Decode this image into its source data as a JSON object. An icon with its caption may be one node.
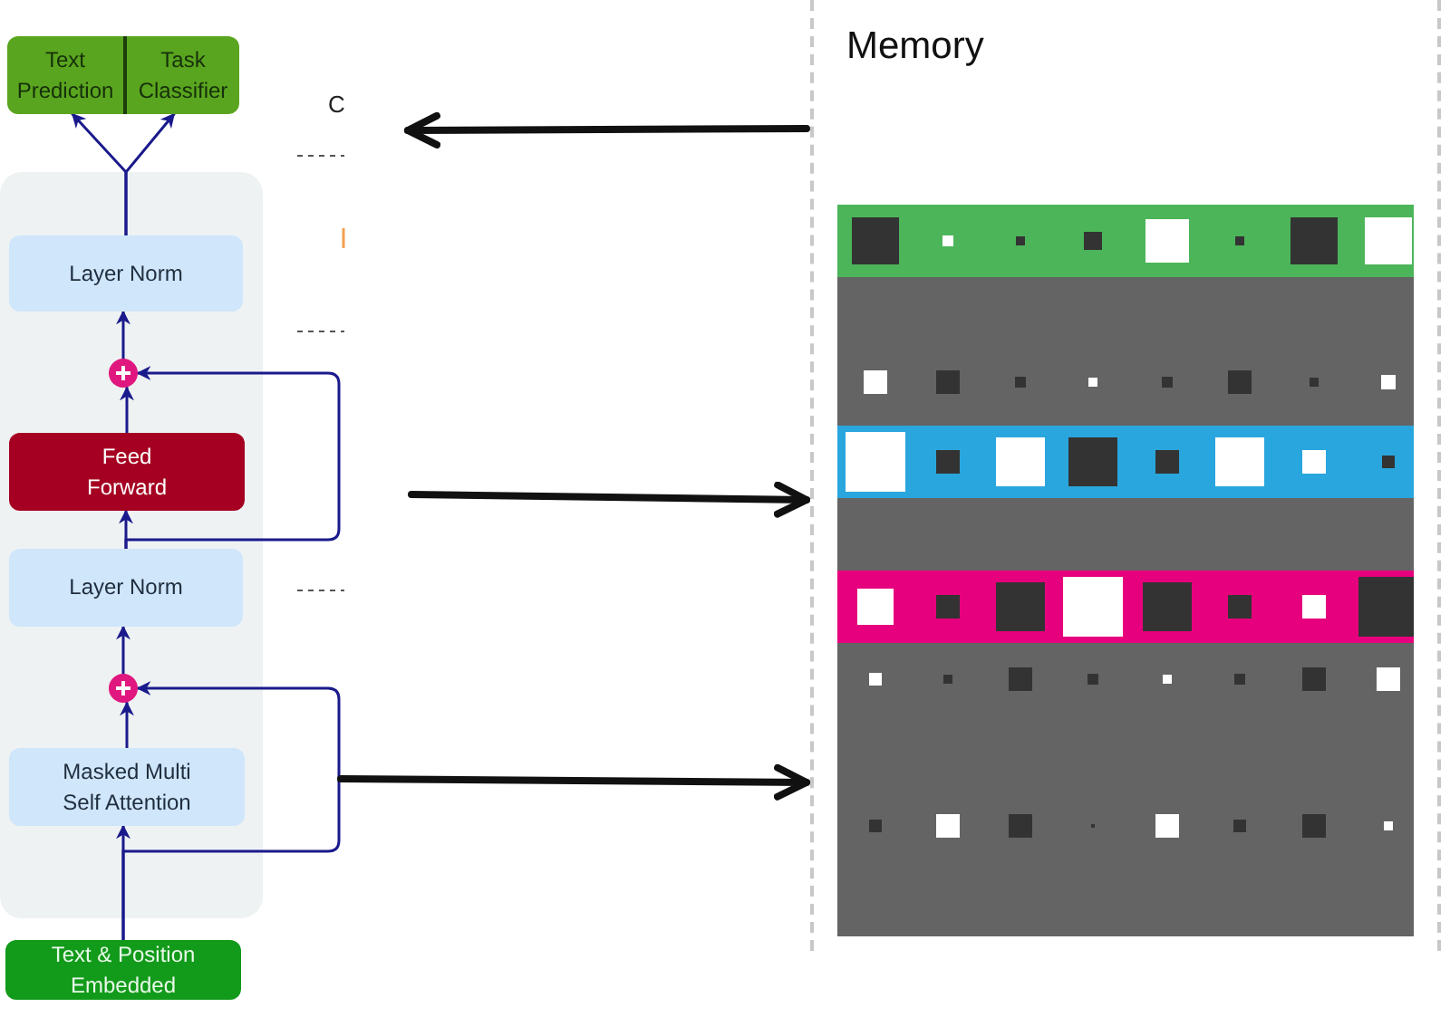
{
  "diagram": {
    "nodes": [
      {
        "text": [
          "Text Prediction"
        ]
      },
      {
        "text": [
          "Task Classifier"
        ]
      },
      {
        "text": [],
        "shape": "box"
      },
      {
        "text": [
          "Layer Norm"
        ],
        "in": 2
      },
      {
        "text": [],
        "shape": "circle",
        "in": 2
      },
      {
        "text": [
          "Feed Forward"
        ],
        "in": 2
      },
      {
        "text": [
          "Layer Norm"
        ],
        "in": 2
      },
      {
        "text": [],
        "shape": "circle",
        "in": 2
      },
      {
        "text": [
          "Masked Multi Self Attention"
        ],
        "in": 2
      },
      {
        "text": [
          "Text & Position Embedded"
        ]
      },
      {
        "text": [
          "Memory"
        ]
      },
      {
        "text": [],
        "shape": "box",
        "in": 10
      },
      {
        "text": [],
        "shape": "bar",
        "in": 11
      },
      {
        "text": [],
        "shape": "bar",
        "in": 11
      },
      {
        "text": [],
        "shape": "bar",
        "in": 11
      }
    ],
    "edges": [
      {
        "from": 3,
        "to": 0,
        "arrow": "to"
      },
      {
        "from": 3,
        "to": 1,
        "arrow": "to"
      },
      {
        "from": 4,
        "to": 3,
        "arrow": "to"
      },
      {
        "from": 5,
        "to": 4,
        "arrow": "to"
      },
      {
        "from": 6,
        "to": 5,
        "arrow": "to"
      },
      {
        "from": 6,
        "to": 4,
        "arrow": "to"
      },
      {
        "from": 7,
        "to": 6,
        "arrow": "to"
      },
      {
        "from": 8,
        "to": 7,
        "arrow": "to"
      },
      {
        "from": 9,
        "to": 7,
        "arrow": "to"
      },
      {
        "from": 9,
        "to": 8,
        "arrow": "to"
      },
      {
        "from": 10,
        "to": null,
        "arrow": "to",
        "style": "thick",
        "color": "#111111"
      },
      {
        "from": null,
        "to": 10,
        "arrow": "to",
        "style": "thick",
        "color": "#111111"
      },
      {
        "from": null,
        "to": 10,
        "arrow": "to",
        "style": "thick",
        "color": "#111111"
      }
    ],
    "labels": [
      "C"
    ]
  }
}
